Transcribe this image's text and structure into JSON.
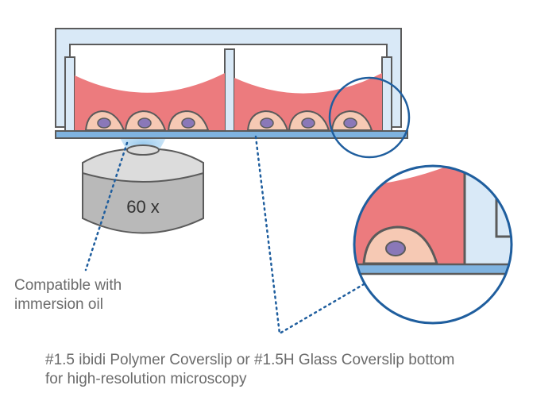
{
  "objective": {
    "magnification": "60 x"
  },
  "labels": {
    "immersion_oil": [
      "Compatible with",
      "immersion oil"
    ],
    "coverslip": [
      "#1.5 ibidi Polymer Coverslip or #1.5H Glass Coverslip bottom",
      "for high-resolution microscopy"
    ]
  },
  "colors": {
    "chamber_wall": "#d9e9f7",
    "outline": "#5b5b5b",
    "medium": "#ec7b7e",
    "cell_body": "#f6c9b4",
    "nucleus": "#8a78b8",
    "coverslip": "#7fb3e0",
    "magnifier_ring": "#1f5e9e",
    "dotted_line": "#1f5e9e",
    "objective_body": "#b9b9b9",
    "label_text": "#6b6b6b"
  }
}
